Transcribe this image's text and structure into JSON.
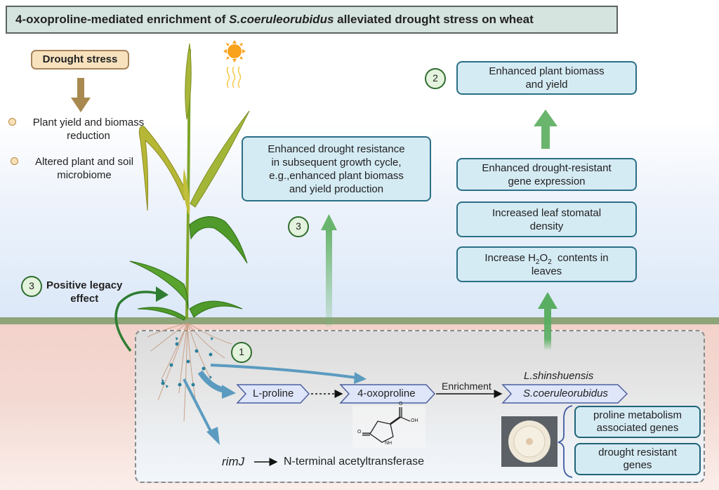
{
  "title": {
    "part1": "4-oxoproline-mediated enrichment of ",
    "italic": "S.coeruleorubidus",
    "part2": " alleviated drought stress on wheat"
  },
  "drought": {
    "label": "Drought stress",
    "effects": [
      {
        "line1": "Plant yield and biomass",
        "line2": "reduction"
      },
      {
        "line1": "Altered plant and soil",
        "line2": "microbiome"
      }
    ]
  },
  "legacy": {
    "badge": "3",
    "line1": "Positive legacy",
    "line2": "effect"
  },
  "center_box": {
    "badge": "3",
    "lines": [
      "Enhanced drought resistance",
      "in subsequent growth cycle,",
      "e.g.,enhanced plant biomass",
      "and yield production"
    ]
  },
  "right_column": {
    "badge": "2",
    "top_box": [
      "Enhanced plant biomass",
      "and yield"
    ],
    "gene_expr": [
      "Enhanced drought-resistant",
      "gene expression"
    ],
    "stomatal": [
      "Increased leaf stomatal",
      "density"
    ],
    "h2o2": {
      "pre": "Increase H",
      "sub1": "2",
      "mid": "O",
      "sub2": "2",
      "post": "  contents in",
      "line2": "leaves"
    }
  },
  "soil_panel": {
    "badge": "1",
    "lproline": "L-proline",
    "oxoproline": "4-oxoproline",
    "enrichment": "Enrichment",
    "l_shin": "L.shinshuensis",
    "s_coer": "S.coeruleorubidus",
    "rimj": "rimJ",
    "acetyl": "N-terminal acetyltransferase",
    "molecule_labels": {
      "o_keto": "O",
      "oh": "OH",
      "o_top": "O",
      "nh": "NH"
    },
    "gene_boxes": [
      [
        "proline metabolism",
        "associated genes"
      ],
      [
        "drought resistant",
        "genes"
      ]
    ]
  },
  "colors": {
    "sky_blue": "#dbe8f8",
    "ground": "#8ea57a",
    "soil": "#f3d2cb",
    "box_fill": "#d5ebf4",
    "box_border": "#2b6f86",
    "green_arrow": "#6ab56e",
    "blue_arrow": "#5b9bc0",
    "badge_border": "#2f6d2f",
    "sun": "#f9a21b"
  }
}
